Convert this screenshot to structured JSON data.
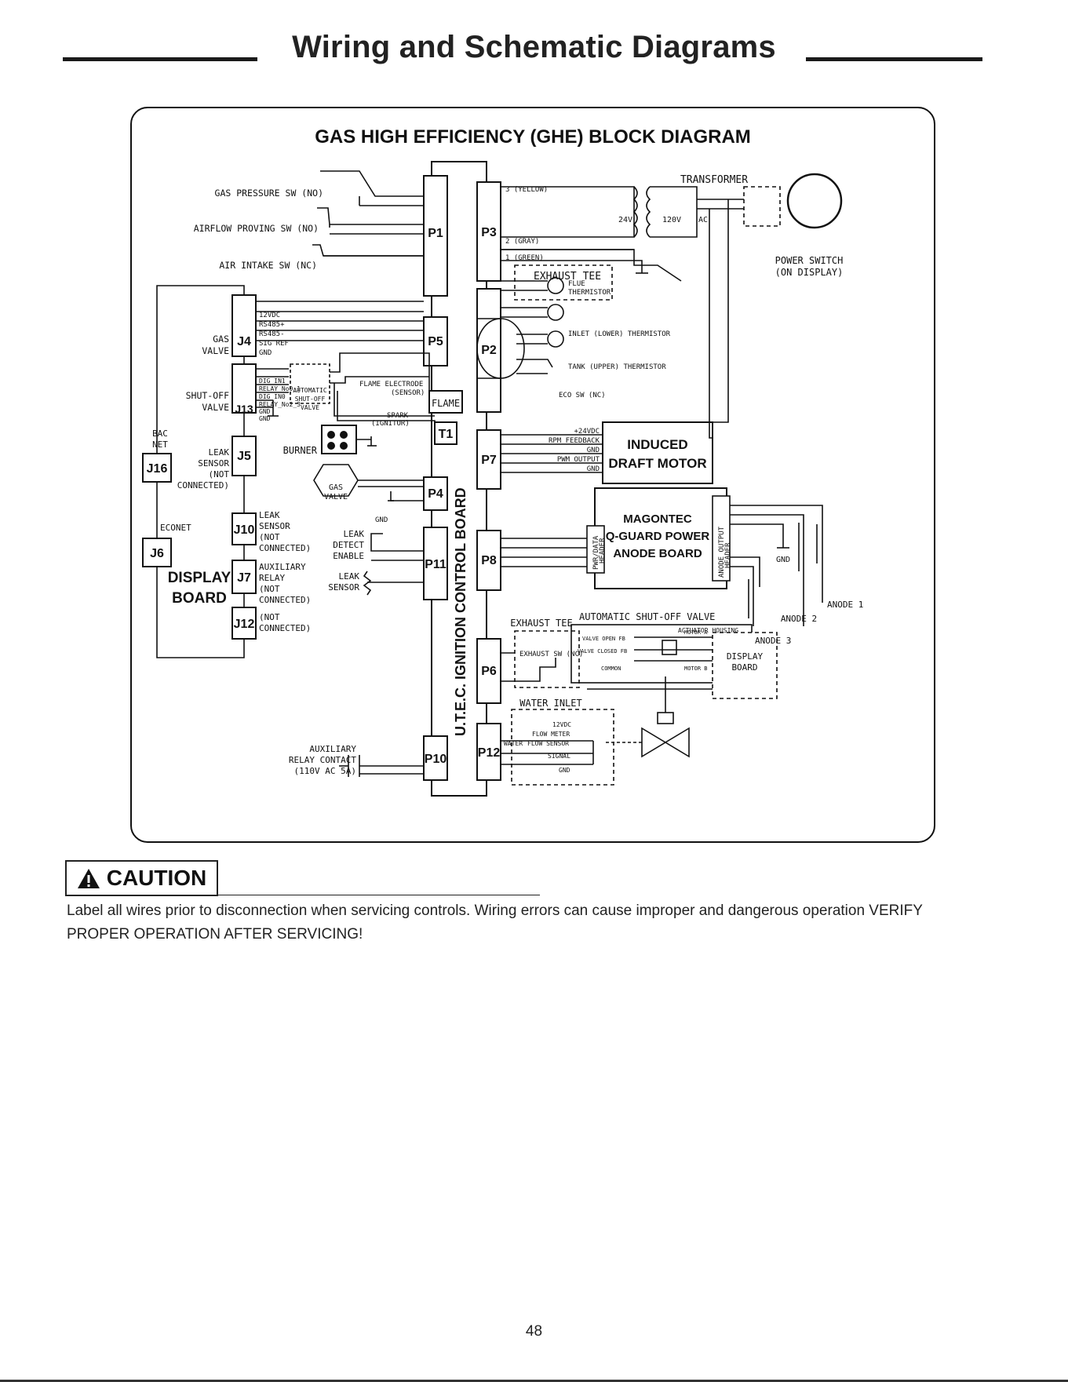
{
  "page": {
    "title": "Wiring and Schematic Diagrams",
    "page_number": "48"
  },
  "diagram": {
    "title": "GAS HIGH EFFICIENCY (GHE) BLOCK DIAGRAM",
    "board_label": "U.T.E.C. IGNITION CONTROL BOARD",
    "connectors": {
      "p1": "P1",
      "p3": "P3",
      "p5": "P5",
      "p2": "P2",
      "flame": "FLAME",
      "t1": "T1",
      "p7": "P7",
      "p4": "P4",
      "p11": "P11",
      "p8": "P8",
      "p6": "P6",
      "p10": "P10",
      "p12": "P12",
      "j4": "J4",
      "j13": "J13",
      "j5": "J5",
      "j10": "J10",
      "j7": "J7",
      "j12": "J12",
      "j16": "J16",
      "j6": "J6"
    },
    "labels": {
      "gas_pressure_sw": "GAS PRESSURE SW (NO)",
      "airflow_proving_sw": "AIRFLOW PROVING SW (NO)",
      "air_intake_sw": "AIR INTAKE SW (NC)",
      "p3_yellow": "3 (YELLOW)",
      "p3_gray": "2 (GRAY)",
      "p3_green": "1 (GREEN)",
      "transformer": "TRANSFORMER",
      "v24": "24V",
      "v120": "120V",
      "ac": "AC",
      "power_switch_1": "POWER SWITCH",
      "power_switch_2": "(ON DISPLAY)",
      "exhaust_tee": "EXHAUST TEE",
      "flue_1": "FLUE",
      "flue_2": "THERMISTOR",
      "inlet_thermistor": "INLET (LOWER) THERMISTOR",
      "tank_thermistor": "TANK (UPPER) THERMISTOR",
      "eco_sw": "ECO SW (NC)",
      "j4_12vdc": "12VDC",
      "j4_rs485p": "RS485+",
      "j4_rs485m": "RS485-",
      "j4_sigref": "SIG REF",
      "j4_gnd": "GND",
      "gas_valve_1": "GAS",
      "gas_valve_2": "VALVE",
      "shutoff_valve_1": "SHUT-OFF",
      "shutoff_valve_2": "VALVE",
      "dig_in1": "DIG_IN1",
      "relay_no1": "RELAY_No0_1",
      "dig_in0": "DIG_IN0",
      "relay_no2": "RELAY_No2_3",
      "j13_gnd1": "GND",
      "j13_gnd2": "GND",
      "auto_shutoff_1": "AUTOMATIC",
      "auto_shutoff_2": "SHUT-OFF",
      "auto_shutoff_3": "VALVE",
      "flame_electrode_1": "FLAME ELECTRODE",
      "flame_electrode_2": "(SENSOR)",
      "spark_1": "SPARK",
      "spark_2": "(IGNITOR)",
      "burner": "BURNER",
      "gas_valve_sym_1": "GAS",
      "gas_valve_sym_2": "VALVE",
      "gnd_p4": "GND",
      "bac_net_1": "BAC",
      "bac_net_2": "NET",
      "leak_sensor_j5_1": "LEAK",
      "leak_sensor_j5_2": "SENSOR",
      "leak_sensor_j5_3": "(NOT",
      "leak_sensor_j5_4": "CONNECTED)",
      "econet": "ECONET",
      "leak_j10_1": "LEAK",
      "leak_j10_2": "SENSOR",
      "leak_j10_3": "(NOT",
      "leak_j10_4": "CONNECTED)",
      "display_board_1": "DISPLAY",
      "display_board_2": "BOARD",
      "aux_relay_1": "AUXILIARY",
      "aux_relay_2": "RELAY",
      "aux_relay_3": "(NOT",
      "aux_relay_4": "CONNECTED)",
      "j12_1": "(NOT",
      "j12_2": "CONNECTED)",
      "leak_detect_1": "LEAK",
      "leak_detect_2": "DETECT",
      "leak_detect_3": "ENABLE",
      "leak_sensor_p11_1": "LEAK",
      "leak_sensor_p11_2": "SENSOR",
      "p7_24vdc": "+24VDC",
      "p7_rpm": "RPM FEEDBACK",
      "p7_gnd1": "GND",
      "p7_pwm": "PWM OUTPUT",
      "p7_gnd2": "GND",
      "induced_1": "INDUCED",
      "induced_2": "DRAFT MOTOR",
      "magontec_1": "MAGONTEC",
      "magontec_2": "Q-GUARD POWER",
      "magontec_3": "ANODE BOARD",
      "pwr_header_1": "PWR/DATA",
      "pwr_header_2": "HEADER",
      "anode_header_1": "ANODE OUTPUT",
      "anode_header_2": "HEADER",
      "gnd_anode": "GND",
      "anode1": "ANODE 1",
      "anode2": "ANODE 2",
      "anode3": "ANODE 3",
      "exhaust_tee_2": "EXHAUST TEE",
      "exhaust_sw": "EXHAUST SW (NC)",
      "auto_shutoff_valve": "AUTOMATIC SHUT-OFF VALVE",
      "actuator_housing": "ACTUATOR HOUSING",
      "valve_open_fb": "VALVE OPEN FB",
      "valve_closed_fb": "VALVE CLOSED FB",
      "common": "COMMON",
      "motor_a": "MOTOR A",
      "motor_b": "MOTOR B",
      "display_board_sv_1": "DISPLAY",
      "display_board_sv_2": "BOARD",
      "water_inlet": "WATER INLET",
      "wi_12vdc": "12VDC",
      "flow_meter": "FLOW METER",
      "water_flow_sensor_1": "WATER",
      "water_flow_sensor_2": "FLOW SENSOR",
      "signal": "SIGNAL",
      "wi_gnd": "GND",
      "aux_contact_1": "AUXILIARY",
      "aux_contact_2": "RELAY CONTACT",
      "aux_contact_3": "(110V AC 5A)"
    }
  },
  "caution": {
    "heading": "CAUTION",
    "text": "Label all wires prior to disconnection when servicing controls. Wiring errors can cause improper and dangerous operation VERIFY PROPER OPERATION AFTER SERVICING!"
  }
}
